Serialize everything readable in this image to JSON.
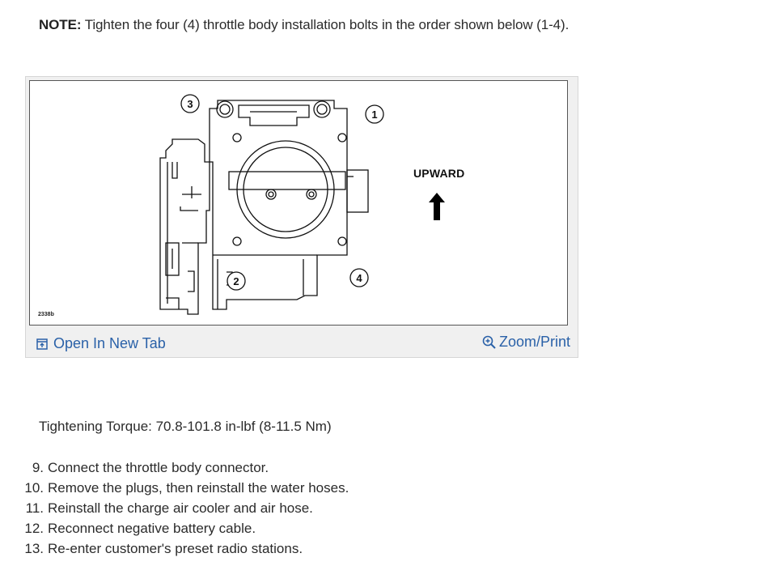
{
  "note": {
    "label": "NOTE:",
    "text": "Tighten the four (4) throttle body installation bolts in the order shown below (1-4)."
  },
  "figure": {
    "id": "2338b",
    "upward_label": "UPWARD",
    "callouts": [
      "1",
      "2",
      "3",
      "4"
    ],
    "open_tab_label": "Open In New Tab",
    "zoom_print_label": "Zoom/Print"
  },
  "torque": "Tightening Torque: 70.8-101.8 in-lbf (8-11.5 Nm)",
  "steps": [
    {
      "num": "9.",
      "text": "Connect the throttle body connector."
    },
    {
      "num": "10.",
      "text": "Remove the plugs, then reinstall the water hoses."
    },
    {
      "num": "11.",
      "text": "Reinstall the charge air cooler and air hose."
    },
    {
      "num": "12.",
      "text": "Reconnect negative battery cable."
    },
    {
      "num": "13.",
      "text": "Re-enter customer's preset radio stations."
    }
  ]
}
